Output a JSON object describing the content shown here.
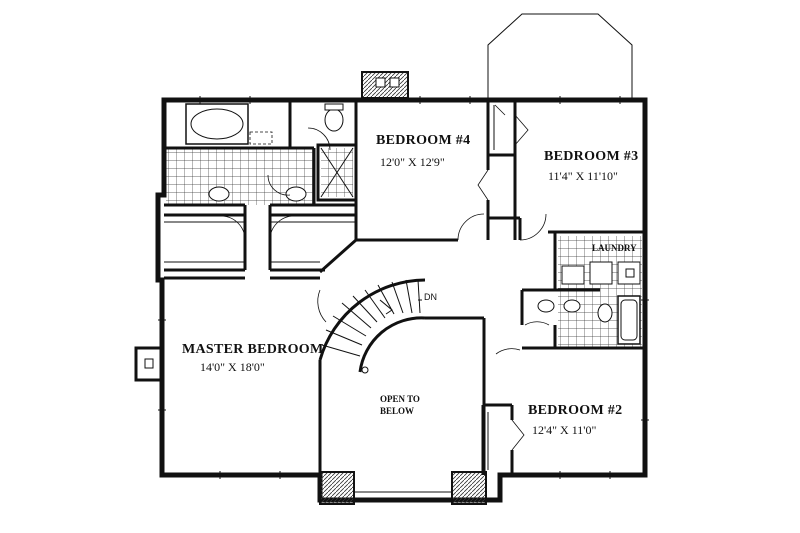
{
  "rooms": {
    "bedroom4": {
      "name": "BEDROOM #4",
      "dims": "12'0\" X 12'9\""
    },
    "bedroom3": {
      "name": "BEDROOM #3",
      "dims": "11'4\" X 11'10\""
    },
    "master": {
      "name": "MASTER BEDROOM",
      "dims": "14'0\" X 18'0\""
    },
    "bedroom2": {
      "name": "BEDROOM #2",
      "dims": "12'4\" X 11'0\""
    },
    "laundry": {
      "name": "LAUNDRY"
    },
    "open": {
      "line1": "OPEN TO",
      "line2": "BELOW"
    }
  },
  "stair": {
    "label": "DN"
  }
}
